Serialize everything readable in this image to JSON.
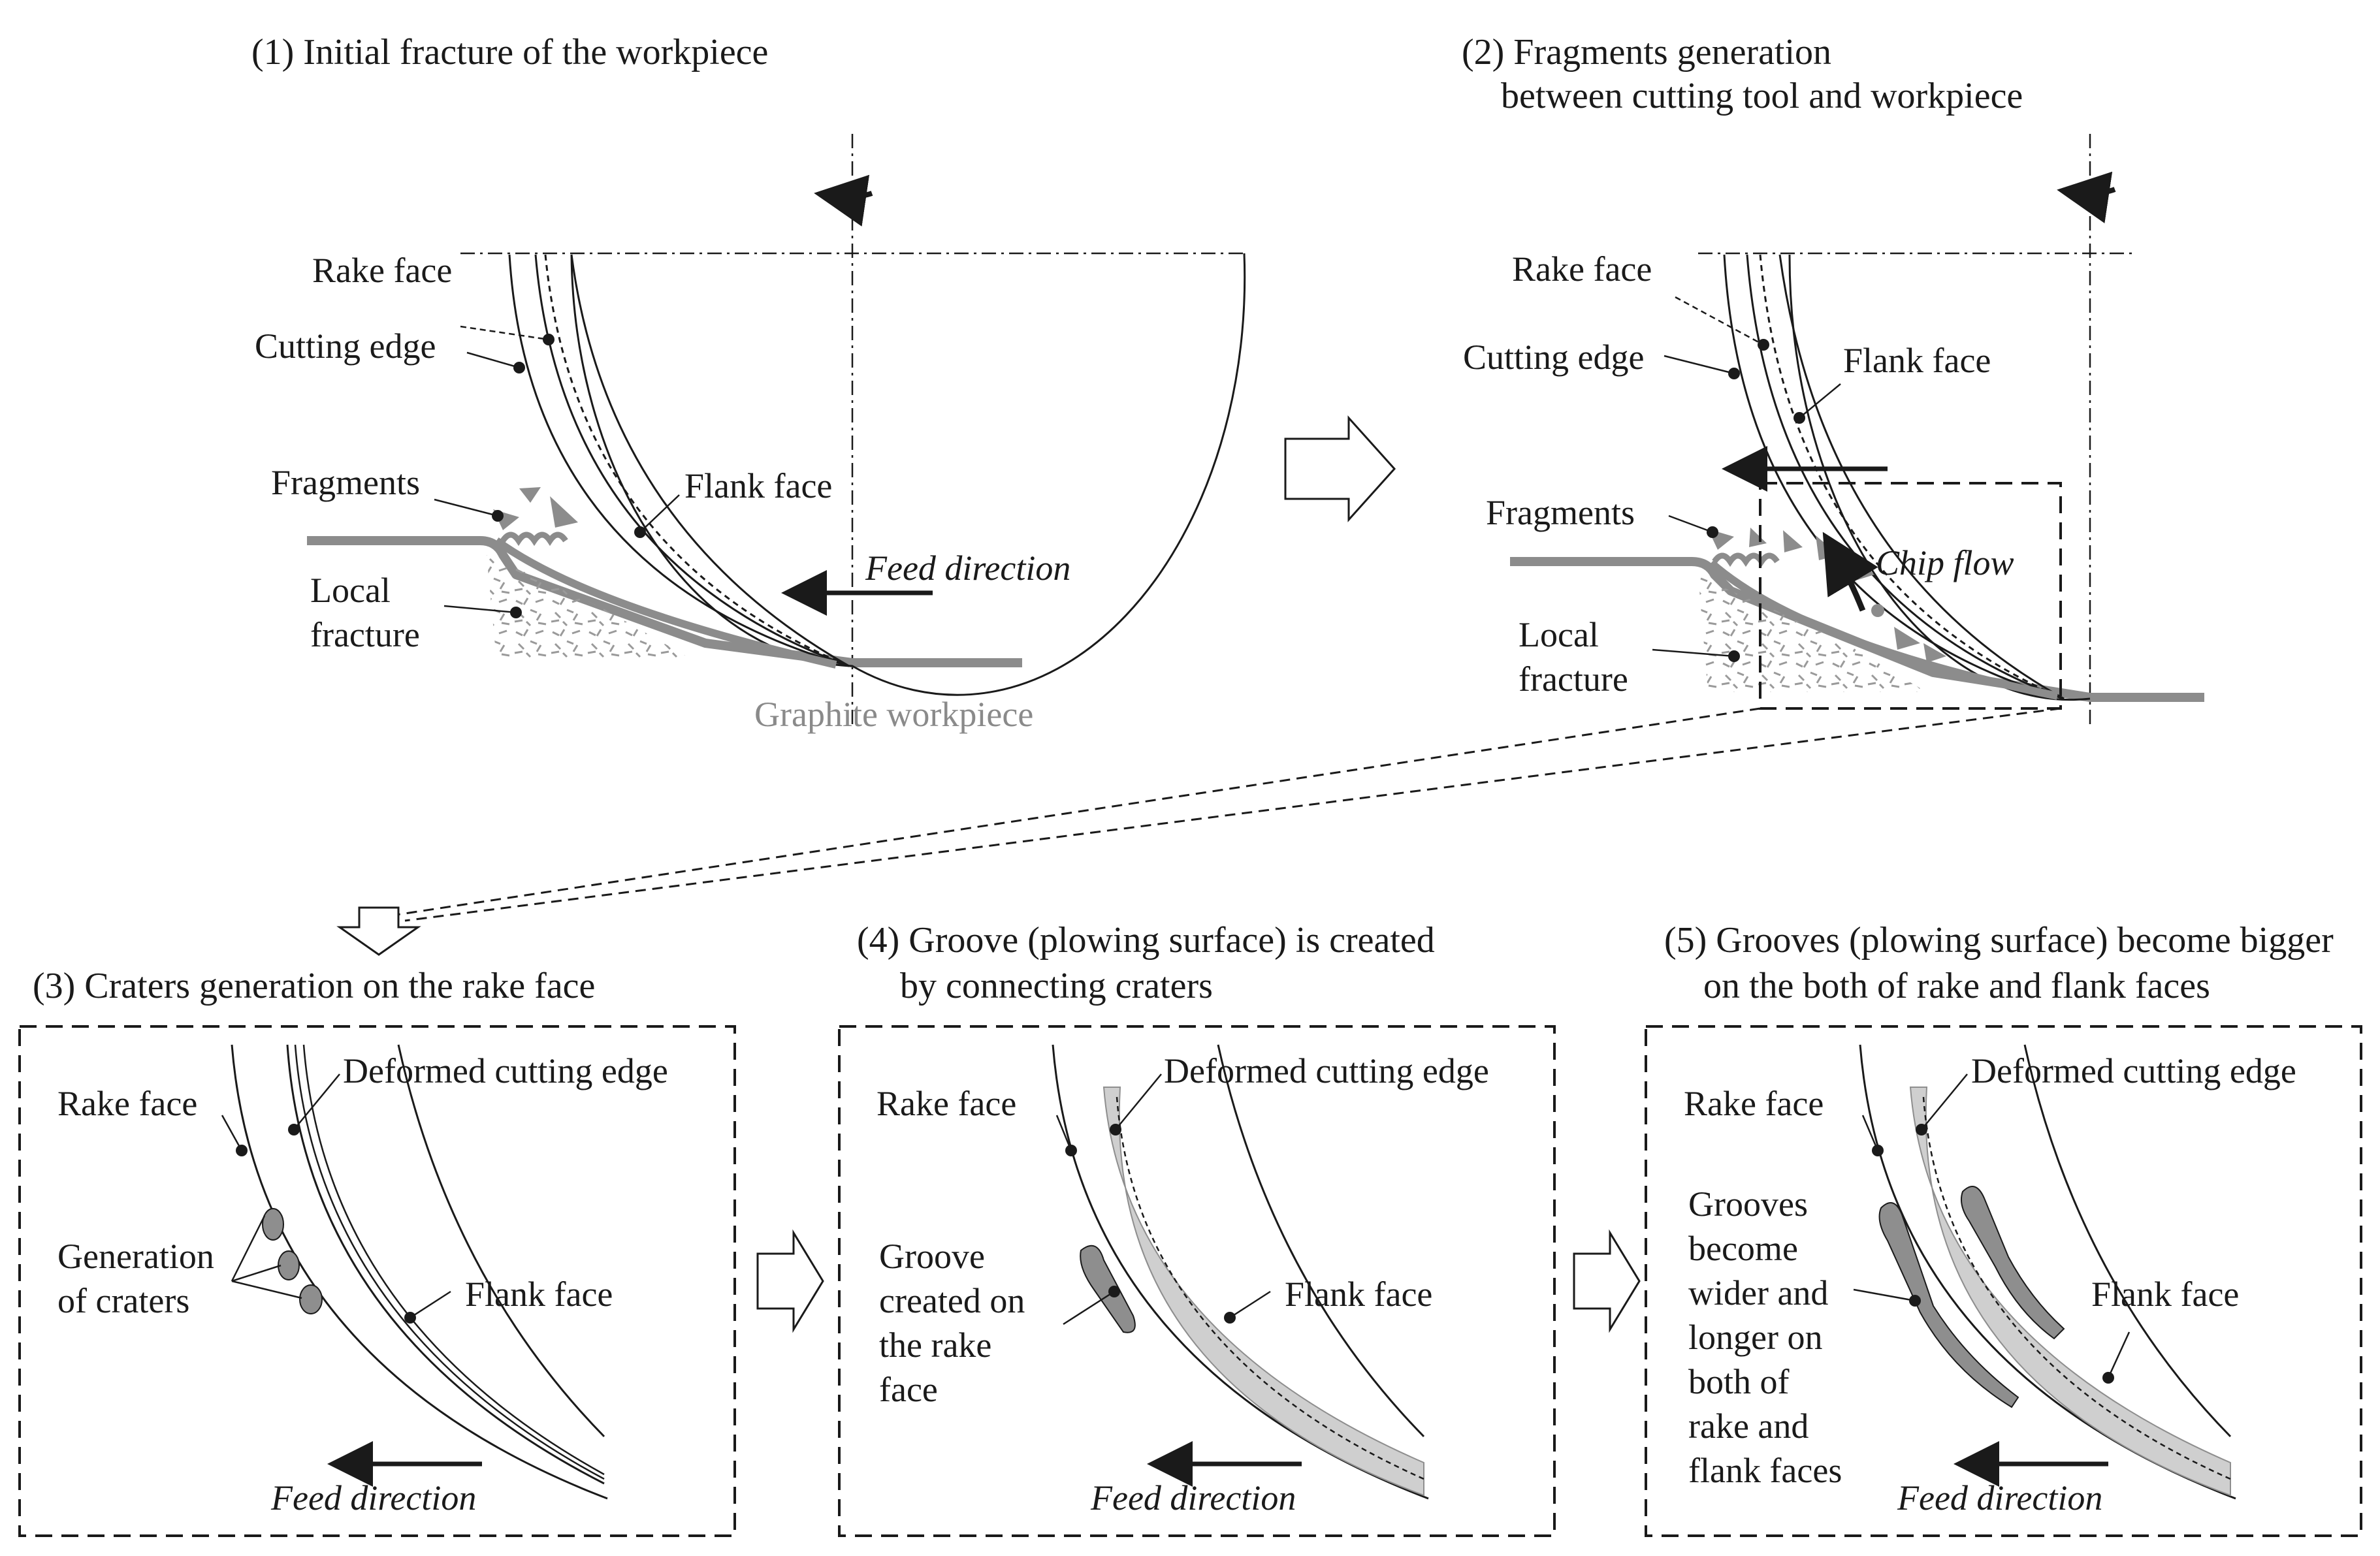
{
  "panel1": {
    "title": "(1) Initial fracture of the workpiece",
    "rake_face": "Rake face",
    "cutting_edge": "Cutting edge",
    "fragments": "Fragments",
    "flank_face": "Flank face",
    "local_fracture_1": "Local",
    "local_fracture_2": "fracture",
    "feed_direction": "Feed direction",
    "workpiece": "Graphite workpiece"
  },
  "panel2": {
    "title_1": "(2) Fragments generation",
    "title_2": "between cutting tool and workpiece",
    "rake_face": "Rake face",
    "cutting_edge": "Cutting edge",
    "flank_face": "Flank face",
    "fragments": "Fragments",
    "chip_flow": "Chip flow",
    "local_fracture_1": "Local",
    "local_fracture_2": "fracture"
  },
  "panel3": {
    "title": "(3) Craters generation on the rake face",
    "rake_face": "Rake face",
    "deformed_edge": "Deformed cutting edge",
    "craters_1": "Generation",
    "craters_2": "of craters",
    "flank_face": "Flank face",
    "feed_direction": "Feed direction"
  },
  "panel4": {
    "title_1": "(4) Groove (plowing surface) is created",
    "title_2": "by connecting craters",
    "rake_face": "Rake face",
    "deformed_edge": "Deformed cutting edge",
    "groove_1": "Groove",
    "groove_2": "created on",
    "groove_3": "the rake",
    "groove_4": "face",
    "flank_face": "Flank face",
    "feed_direction": "Feed direction"
  },
  "panel5": {
    "title_1": "(5) Grooves (plowing surface) become bigger",
    "title_2": "on the both of rake and flank faces",
    "rake_face": "Rake face",
    "deformed_edge": "Deformed cutting edge",
    "grooves_1": "Grooves",
    "grooves_2": "become",
    "grooves_3": "wider and",
    "grooves_4": "longer on",
    "grooves_5": "both of",
    "grooves_6": "rake and",
    "grooves_7": "flank faces",
    "flank_face": "Flank face",
    "feed_direction": "Feed direction"
  },
  "colors": {
    "line": "#1a1a1a",
    "workpiece": "#8c8c8c",
    "fracture": "#9a9a9a",
    "band": "#cfcfcf",
    "crater": "#8e8e8e"
  }
}
